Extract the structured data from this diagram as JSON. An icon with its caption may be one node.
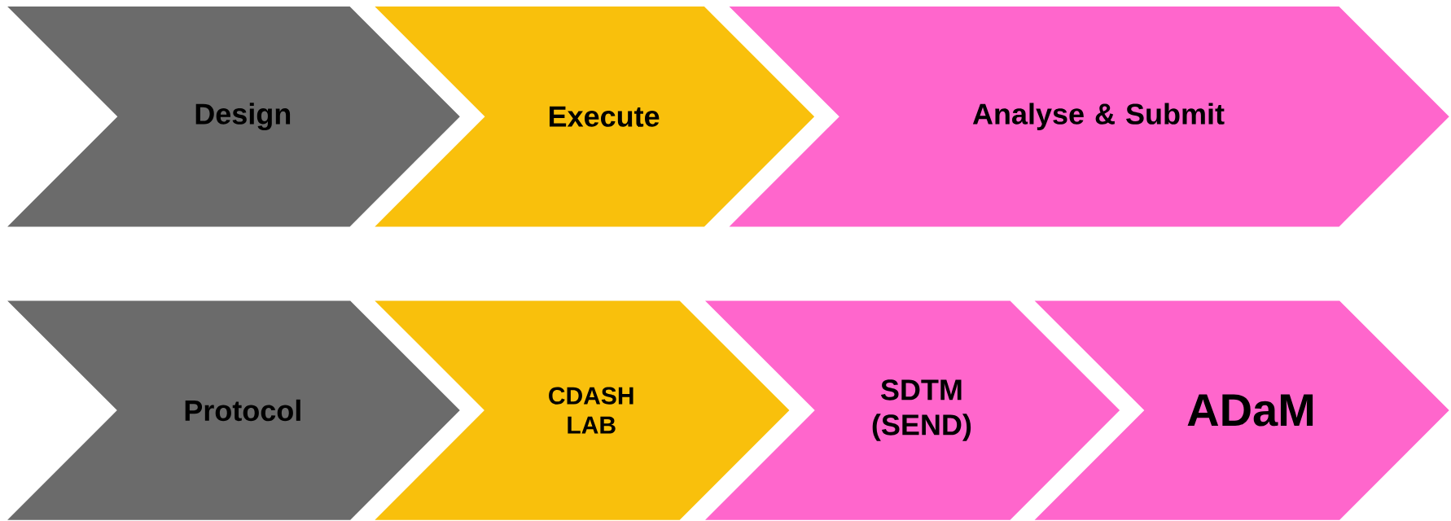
{
  "diagram": {
    "nodes": [
      {
        "text": [
          "Design"
        ]
      },
      {
        "text": [
          "Execute"
        ]
      },
      {
        "text": [
          "Analyse & Submit"
        ]
      },
      {
        "text": [
          "Protocol"
        ]
      },
      {
        "text": [
          "CDASH LAB"
        ]
      },
      {
        "text": [
          "SDTM (SEND)"
        ]
      },
      {
        "text": [
          "ADaM"
        ]
      }
    ]
  }
}
